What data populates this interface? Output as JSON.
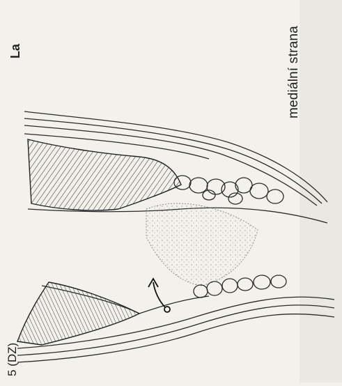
{
  "figure": {
    "labels": {
      "side": "mediální strana",
      "point": "5 (DZ)",
      "top_cut": "La"
    },
    "colors": {
      "paper": "#f2f1ec",
      "ink": "#1e1e1e",
      "shading": "#9a9a96"
    }
  }
}
